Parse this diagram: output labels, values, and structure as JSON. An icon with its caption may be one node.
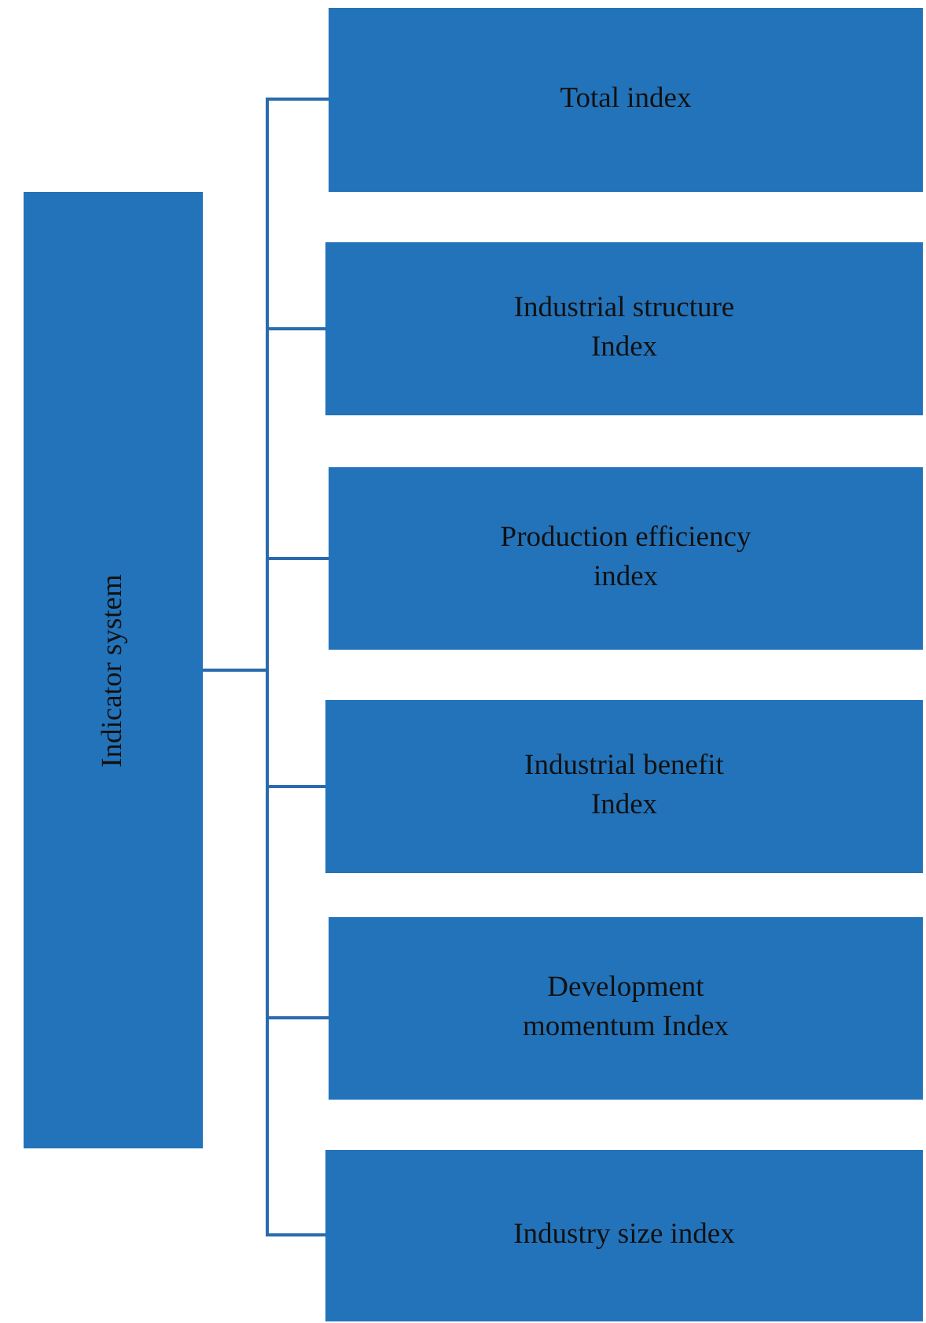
{
  "diagram": {
    "nodes": [
      {
        "text": [
          "Indicator system"
        ]
      },
      {
        "text": [
          "Total index"
        ]
      },
      {
        "text": [
          "Industrial structure Index"
        ]
      },
      {
        "text": [
          "Production efficiency index"
        ]
      },
      {
        "text": [
          "Industrial benefit Index"
        ]
      },
      {
        "text": [
          "Development momentum Index"
        ]
      },
      {
        "text": [
          "Industry size index"
        ]
      }
    ],
    "edges": [
      {
        "from": 0,
        "to": 1,
        "arrow": "none"
      },
      {
        "from": 0,
        "to": 2,
        "arrow": "none"
      },
      {
        "from": 0,
        "to": 3,
        "arrow": "none"
      },
      {
        "from": 0,
        "to": 4,
        "arrow": "none"
      },
      {
        "from": 0,
        "to": 5,
        "arrow": "none"
      },
      {
        "from": 0,
        "to": 6,
        "arrow": "none"
      }
    ]
  }
}
